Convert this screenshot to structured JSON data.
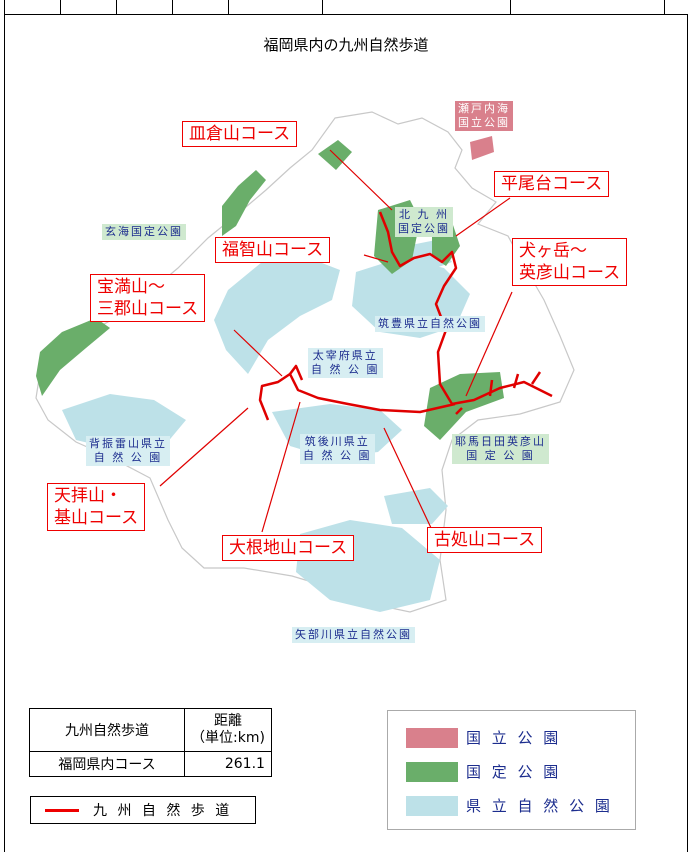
{
  "title": "福岡県内の九州自然歩道",
  "colors": {
    "national_park": "#d9808c",
    "quasi_national_park": "#6aae6a",
    "prefectural_park": "#bde1e8",
    "trail": "#e00000",
    "coastline": "#c8c8c8"
  },
  "parks": {
    "setonaikai": "瀬戸内海\n国立公園",
    "genkai": "玄海国定公園",
    "kitakyushu": "北 九 州\n国定公園",
    "chikuho": "筑豊県立自然公園",
    "dazaifu": "太宰府県立\n自 然 公 園",
    "sefuri": "背振雷山県立\n自 然 公 園",
    "chikugogawa": "筑後川県立\n自 然 公 園",
    "yabakei": "耶馬日田英彦山\n国 定 公 園",
    "yabegawa": "矢部川県立自然公園"
  },
  "courses": {
    "sarakura": "皿倉山コース",
    "hiraodai": "平尾台コース",
    "fukuchi": "福智山コース",
    "inugatake": "犬ヶ岳～\n英彦山コース",
    "homan": "宝満山～\n三郡山コース",
    "tenpai": "天拝山・\n基山コース",
    "ooneji": "大根地山コース",
    "kosho": "古処山コース"
  },
  "distance_table": {
    "header_course": "九州自然歩道",
    "header_distance": "距離\n（単位:km)",
    "row_label": "福岡県内コース",
    "row_value": "261.1"
  },
  "legend": {
    "trail_label": "九 州 自 然 歩 道",
    "national": "国 立 公 園",
    "quasi_national": "国 定 公 園",
    "prefectural": "県 立 自 然 公 園"
  }
}
